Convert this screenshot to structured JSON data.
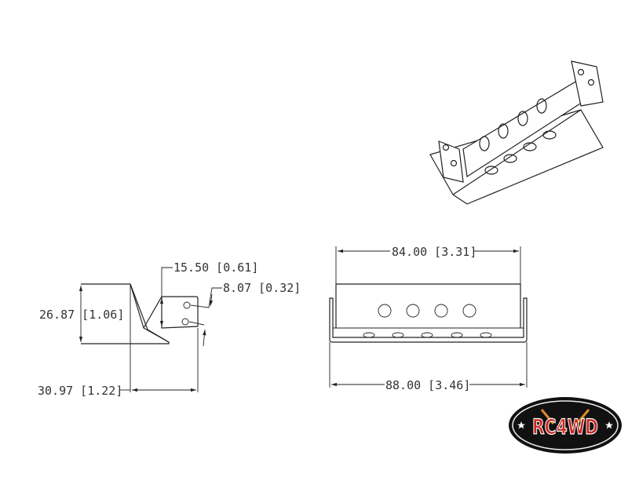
{
  "dimensions": {
    "side_height": "26.87 [1.06]",
    "side_depth": "30.97 [1.22]",
    "flange_height": "15.50 [0.61]",
    "hole_spacing": "8.07 [0.32]",
    "front_inner_width": "84.00 [3.31]",
    "front_outer_width": "88.00 [3.46]"
  },
  "logo": {
    "text": "RC4WD",
    "colors": {
      "red": "#c8261e",
      "black": "#111111"
    }
  }
}
